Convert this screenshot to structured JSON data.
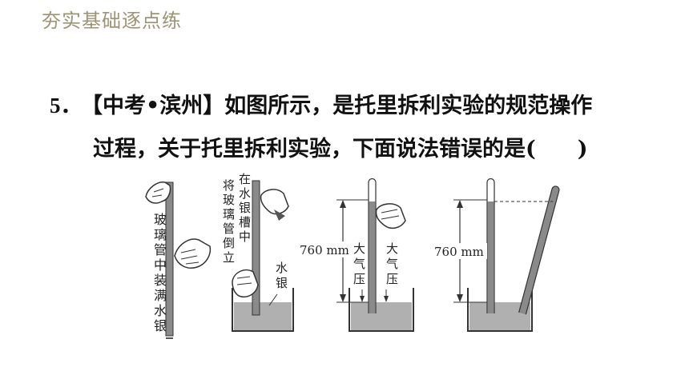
{
  "header": {
    "title": "夯实基础逐点练"
  },
  "question": {
    "number": "5．",
    "line1": "【中考•滨州】如图所示，是托里拆利实验的规范操作",
    "line2_text": "过程，关于托里拆利实验，下面说法错误的是(",
    "line2_close": ")"
  },
  "figure": {
    "step1_label": [
      "玻",
      "璃",
      "管",
      "中",
      "装",
      "满",
      "水",
      "银"
    ],
    "step2_label_col1": [
      "将",
      "玻",
      "璃",
      "管",
      "倒",
      "立"
    ],
    "step2_label_col2": [
      "在",
      "水",
      "银",
      "槽",
      "中"
    ],
    "step2_mercury": [
      "水",
      "银"
    ],
    "step3_height": "760 mm",
    "atm_pressure": [
      "大",
      "气",
      "压"
    ],
    "step4_height": "760 mm"
  }
}
